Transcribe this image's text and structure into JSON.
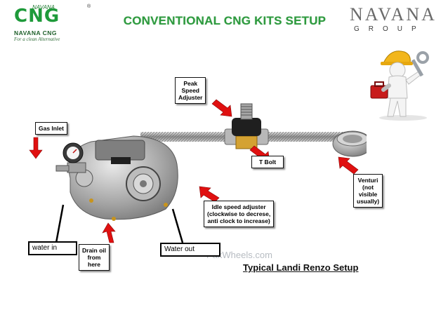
{
  "header": {
    "logo_left": {
      "letters": "CNG",
      "navana": "NAVANA",
      "registered": "®",
      "name": "NAVANA CNG",
      "tagline": "For a clean Alternative"
    },
    "title": "CONVENTIONAL CNG KITS SETUP",
    "logo_right": {
      "navana": "NAVANA",
      "group": "GROUP"
    }
  },
  "diagram": {
    "labels": {
      "gas_inlet": "Gas Inlet",
      "peak_speed_adjuster": "Peak\nSpeed\nAdjuster",
      "t_bolt": "T Bolt",
      "venturi": "Venturi\n(not\nvisible\nusually)",
      "idle_speed_adjuster": "Idle speed adjuster\n(clockwise to decrese,\nanti clock to increase)",
      "water_in": "water in",
      "drain_oil": "Drain oil\nfrom\nhere",
      "water_out": "Water out"
    },
    "watermark": "PakWheels.com",
    "caption": "Typical Landi Renzo Setup"
  },
  "colors": {
    "title_green": "#2e9a3f",
    "logo_green": "#1e9a3a",
    "arrow_red": "#e01010",
    "group_grey": "#6b6b6b"
  },
  "icons": [
    "worker-with-wrench-icon"
  ]
}
